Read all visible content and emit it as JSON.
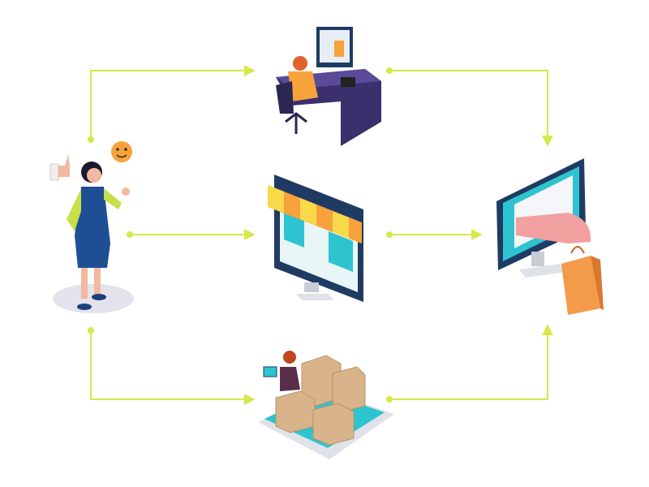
{
  "colors": {
    "connector": "#d6e84a",
    "navy": "#3b2f6e",
    "monitor": "#1f3b63",
    "screen": "#2ec4cf",
    "awning_orange": "#f7a23b",
    "awning_yellow": "#f7d94a",
    "box": "#d9b48a",
    "bag": "#f39a4b",
    "dress": "#1e4f94"
  },
  "icons": [
    "customer-figure",
    "thumbs-up-icon",
    "smiley-icon",
    "designer-desk",
    "online-store-monitor",
    "warehouse-tablet",
    "purchase-monitor",
    "shopping-bag-icon"
  ]
}
